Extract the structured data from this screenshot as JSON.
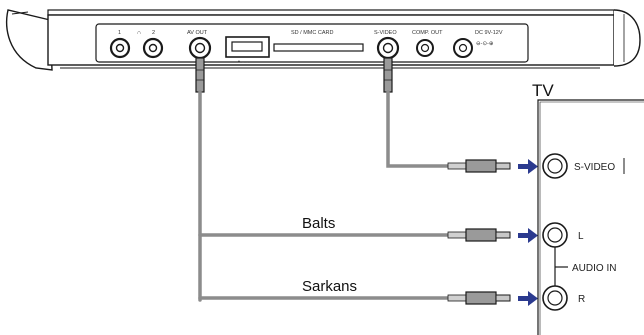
{
  "device": {
    "ports": {
      "headphone1": "1",
      "headphone_symbol": "∩",
      "headphone2": "2",
      "av_out": "AV OUT",
      "usb_symbol": "•←→",
      "card": "SD / MMC CARD",
      "s_video": "S-VIDEO",
      "comp_out": "COMP. OUT",
      "dc_in": "DC 9V-12V",
      "dc_symbol": "⊖-⊙-⊕"
    }
  },
  "tv": {
    "title": "TV",
    "inputs": {
      "s_video": "S-VIDEO",
      "left": "L",
      "audio_in": "AUDIO IN",
      "right": "R"
    }
  },
  "cables": {
    "white_label": "Balts",
    "red_label": "Sarkans"
  },
  "colors": {
    "arrow": "#2b3a8f",
    "outline": "#1a1a1a",
    "cable": "#8c8c8c"
  }
}
